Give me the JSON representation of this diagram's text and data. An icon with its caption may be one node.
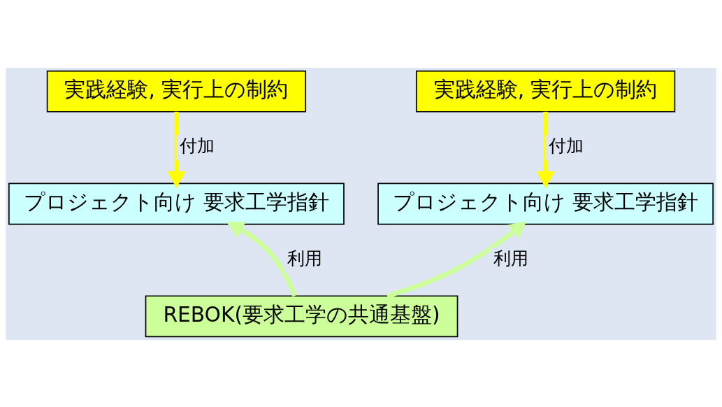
{
  "diagram": {
    "nodes": [
      {
        "text": [
          "実践経験, 実行上の制約"
        ]
      },
      {
        "text": [
          "実践経験, 実行上の制約"
        ]
      },
      {
        "text": [
          "プロジェクト向け 要求工学指針"
        ]
      },
      {
        "text": [
          "プロジェクト向け 要求工学指針"
        ]
      },
      {
        "text": [
          "REBOK(要求工学の共通基盤)"
        ]
      }
    ],
    "edges": [
      {
        "from": 0,
        "to": 2,
        "arrow": "to",
        "label": "付加",
        "color": "#ffff00"
      },
      {
        "from": 1,
        "to": 3,
        "arrow": "to",
        "label": "付加",
        "color": "#ffff00"
      },
      {
        "from": 4,
        "to": 2,
        "arrow": "to",
        "label": "利用",
        "color": "#ccff99"
      },
      {
        "from": 4,
        "to": 3,
        "arrow": "to",
        "label": "利用",
        "color": "#ccff99"
      }
    ]
  }
}
